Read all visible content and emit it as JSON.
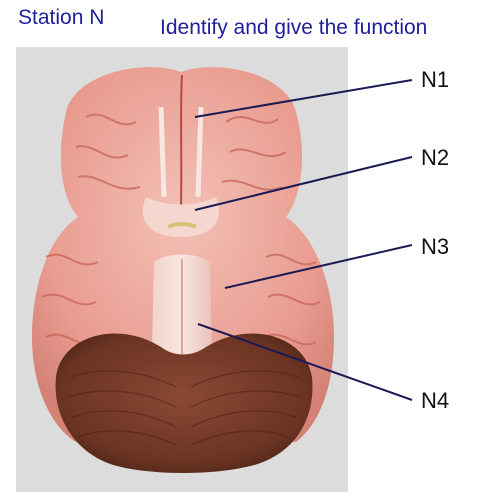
{
  "header": {
    "station": "Station N",
    "instruction": "Identify and give the function"
  },
  "labels": [
    "N1",
    "N2",
    "N3",
    "N4"
  ],
  "colors": {
    "heading_text": "#1f1f9a",
    "leader_line": "#1a1a55",
    "background": "#ffffff",
    "photo_backdrop": "#dcdcdc"
  }
}
